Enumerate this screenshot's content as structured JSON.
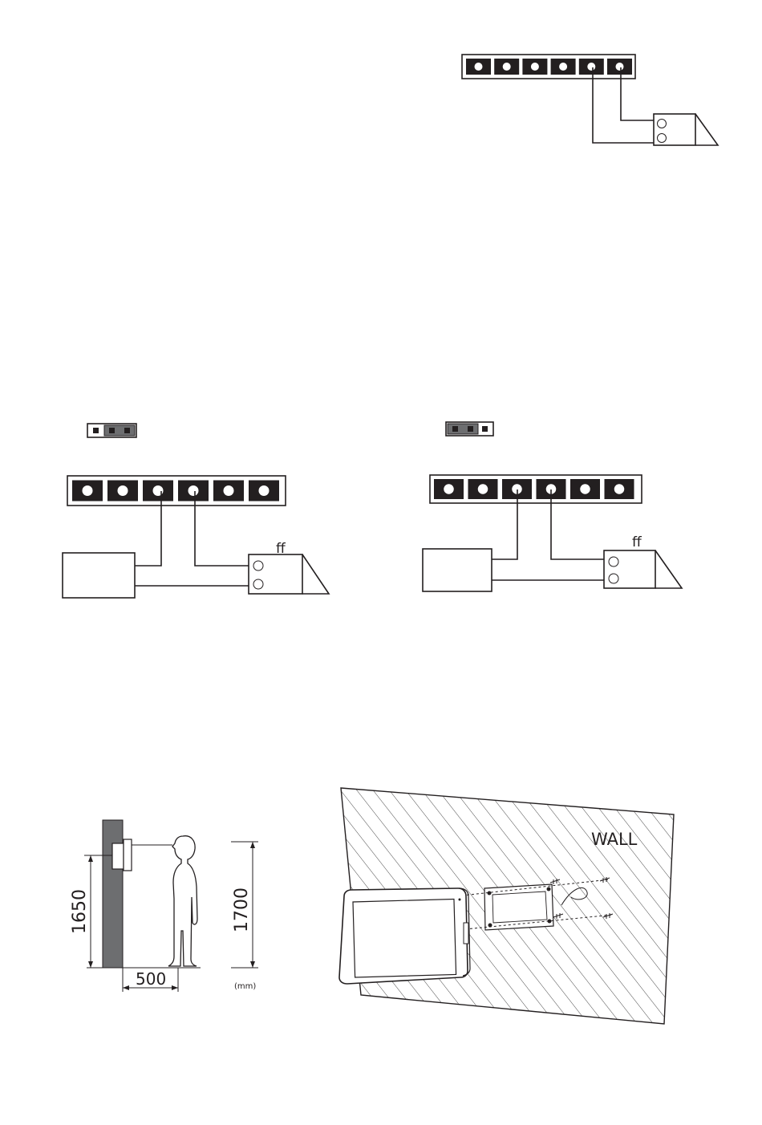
{
  "diagram": {
    "top_terminal": {
      "count": 6
    },
    "wiring_left": {
      "terminal_count": 6,
      "lock_label": "ff"
    },
    "wiring_right": {
      "terminal_count": 6,
      "lock_label": "ff"
    },
    "install_height": {
      "unit_height": "1650",
      "person_height": "1700",
      "distance": "500",
      "unit": "(mm)"
    },
    "wall_mount": {
      "wall_label": "WALL"
    }
  },
  "colors": {
    "ink": "#231f20",
    "wall_gray": "#6d6e70",
    "hatch": "#4a4a4a"
  }
}
